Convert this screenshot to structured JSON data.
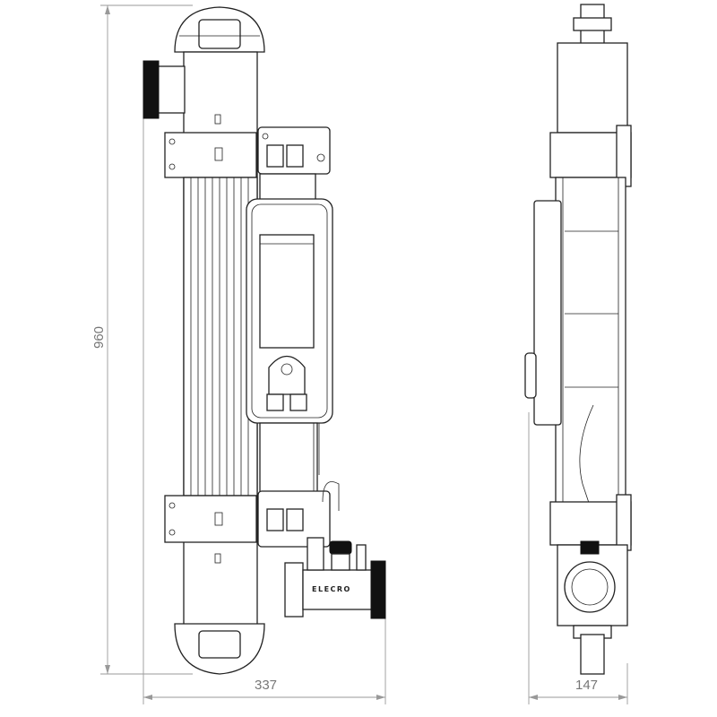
{
  "dimensions": {
    "height_label": "960",
    "width_front_label": "337",
    "width_side_label": "147"
  },
  "brand_label": "ELECRO"
}
